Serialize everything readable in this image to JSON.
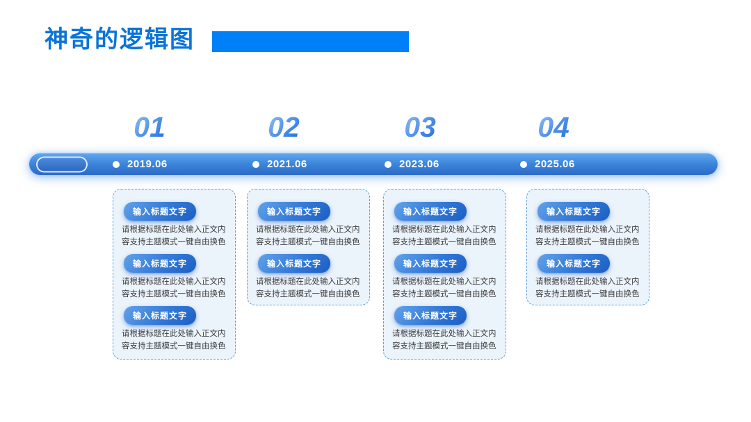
{
  "header": {
    "title": "神奇的逻辑图"
  },
  "timeline": {
    "milestones": [
      {
        "number": "01",
        "date": "2019.06"
      },
      {
        "number": "02",
        "date": "2021.06"
      },
      {
        "number": "03",
        "date": "2023.06"
      },
      {
        "number": "04",
        "date": "2025.06"
      }
    ]
  },
  "cards": [
    {
      "items": [
        {
          "button_label": "输入标题文字",
          "body": "请根据标题在此处输入正文内容支持主题模式一键自由换色"
        },
        {
          "button_label": "输入标题文字",
          "body": "请根据标题在此处输入正文内容支持主题模式一键自由换色"
        },
        {
          "button_label": "输入标题文字",
          "body": "请根据标题在此处输入正文内容支持主题模式一键自由换色"
        }
      ]
    },
    {
      "items": [
        {
          "button_label": "输入标题文字",
          "body": "请根据标题在此处输入正文内容支持主题模式一键自由换色"
        },
        {
          "button_label": "输入标题文字",
          "body": "请根据标题在此处输入正文内容支持主题模式一键自由换色"
        }
      ]
    },
    {
      "items": [
        {
          "button_label": "输入标题文字",
          "body": "请根据标题在此处输入正文内容支持主题模式一键自由换色"
        },
        {
          "button_label": "输入标题文字",
          "body": "请根据标题在此处输入正文内容支持主题模式一键自由换色"
        },
        {
          "button_label": "输入标题文字",
          "body": "请根据标题在此处输入正文内容支持主题模式一键自由换色"
        }
      ]
    },
    {
      "items": [
        {
          "button_label": "输入标题文字",
          "body": "请根据标题在此处输入正文内容支持主题模式一键自由换色"
        },
        {
          "button_label": "输入标题文字",
          "body": "请根据标题在此处输入正文内容支持主题模式一键自由换色"
        }
      ]
    }
  ],
  "colors": {
    "title_blue": "#0B74D8",
    "accent_bar_blue": "#0080F8",
    "timeline_bar_top": "#61A7EF",
    "timeline_bar_bottom": "#2A6AC8",
    "card_background": "#EBF3FB",
    "card_border": "#57A0DE",
    "button_gradient_from": "#63A2EA",
    "button_gradient_to": "#1C5EC4",
    "body_text": "#3C3C3C"
  }
}
